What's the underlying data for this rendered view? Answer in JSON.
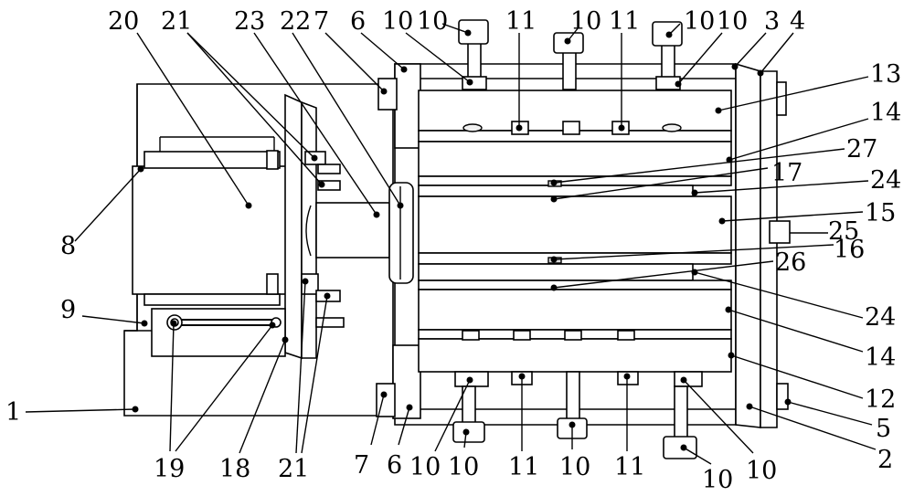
{
  "labels": {
    "l1": "1",
    "l2": "2",
    "l3": "3",
    "l4": "4",
    "l5": "5",
    "l6a": "6",
    "l6b": "6",
    "l7a": "7",
    "l7b": "7",
    "l8": "8",
    "l9": "9",
    "l10_t1": "10",
    "l10_t2": "10",
    "l10_t3": "10",
    "l10_t4": "10",
    "l10_t5": "10",
    "l10_b1": "10",
    "l10_b2": "10",
    "l10_b3": "10",
    "l10_b4": "10",
    "l10_b5": "10",
    "l11_t1": "11",
    "l11_t2": "11",
    "l11_b1": "11",
    "l11_b2": "11",
    "l12": "12",
    "l13": "13",
    "l14a": "14",
    "l14b": "14",
    "l15": "15",
    "l16": "16",
    "l17": "17",
    "l18": "18",
    "l19": "19",
    "l20": "20",
    "l21a": "21",
    "l21b": "21",
    "l22": "22",
    "l23": "23",
    "l24a": "24",
    "l24b": "24",
    "l25": "25",
    "l26": "26",
    "l27": "27"
  }
}
